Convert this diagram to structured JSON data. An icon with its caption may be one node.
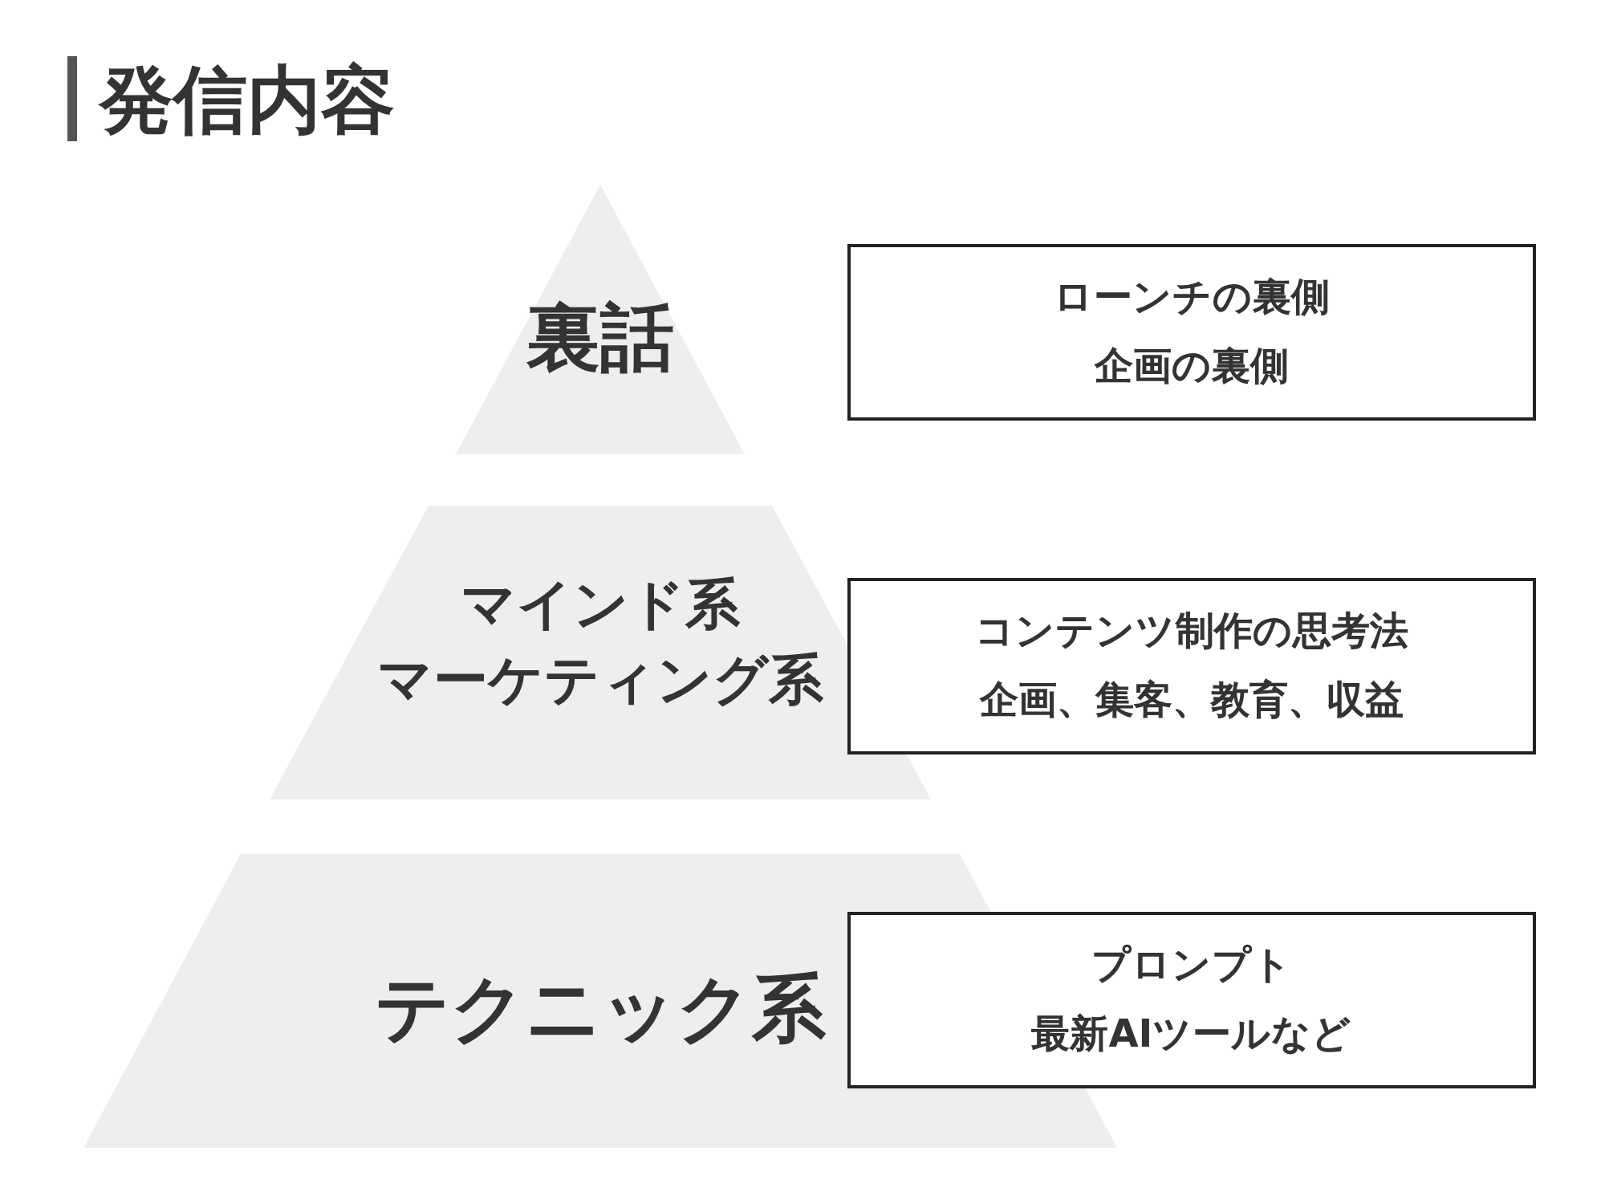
{
  "diagram": {
    "title": "発信内容",
    "nodes": [
      {
        "text": [
          "裏話"
        ]
      },
      {
        "text": [
          "ローンチの裏側",
          "企画の裏側"
        ]
      },
      {
        "text": [
          "マインド系",
          "マーケティング系"
        ]
      },
      {
        "text": [
          "コンテンツ制作の思考法",
          "企画、集客、教育、収益"
        ]
      },
      {
        "text": [
          "テクニック系"
        ]
      },
      {
        "text": [
          "プロンプト",
          "最新AIツールなど"
        ]
      }
    ],
    "edges": []
  }
}
